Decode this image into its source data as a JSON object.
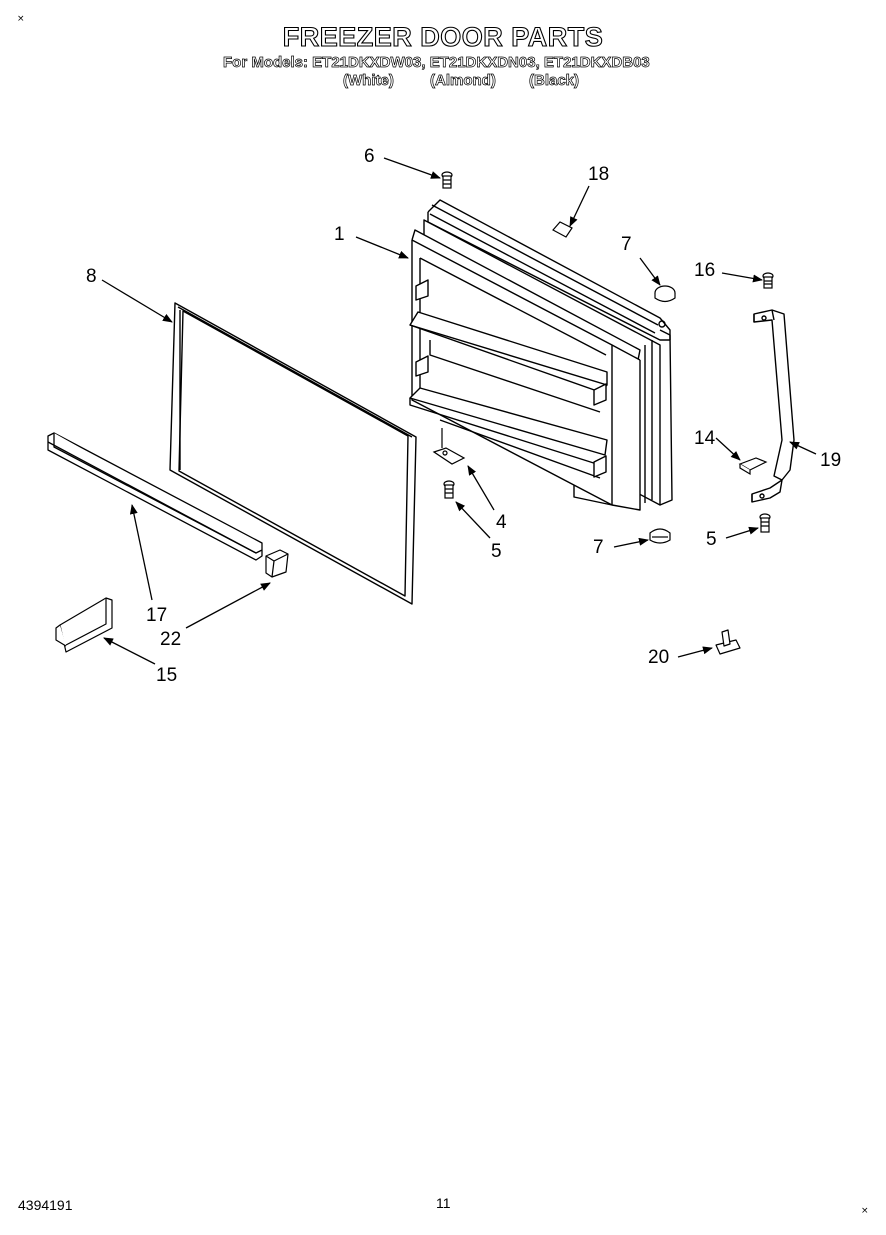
{
  "header": {
    "title": "FREEZER DOOR PARTS",
    "models_line": "For Models: ET21DKXDW03, ET21DKXDN03, ET21DKXDB03",
    "colors": [
      "(White)",
      "(Almond)",
      "(Black)"
    ]
  },
  "footer": {
    "doc_number": "4394191",
    "page_number": "11",
    "corner_mark": "×"
  },
  "callouts": {
    "c1": "1",
    "c4": "4",
    "c5a": "5",
    "c5b": "5",
    "c6": "6",
    "c7a": "7",
    "c7b": "7",
    "c8": "8",
    "c14": "14",
    "c15": "15",
    "c16": "16",
    "c17": "17",
    "c18": "18",
    "c19": "19",
    "c20": "20",
    "c22": "22"
  }
}
